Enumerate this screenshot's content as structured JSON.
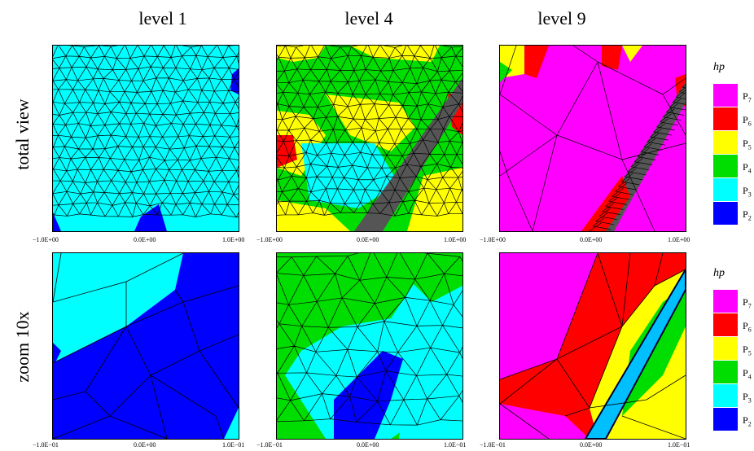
{
  "columns": [
    "level 1",
    "level 4",
    "level 9"
  ],
  "rows": [
    "total view",
    "zoom 10x"
  ],
  "ticks_top": [
    "−1.0E+00",
    "0.0E+00",
    "1.0E+00"
  ],
  "ticks_bottom": [
    "−1.0E−01",
    "0.0E+00",
    "1.0E−01"
  ],
  "legend": {
    "title": "hp",
    "items": [
      {
        "p": "P",
        "sub": "7",
        "color": "#ff00ff"
      },
      {
        "p": "P",
        "sub": "6",
        "color": "#ff0000"
      },
      {
        "p": "P",
        "sub": "5",
        "color": "#ffff00"
      },
      {
        "p": "P",
        "sub": "4",
        "color": "#00dd00"
      },
      {
        "p": "P",
        "sub": "3",
        "color": "#00ffff"
      },
      {
        "p": "P",
        "sub": "2",
        "color": "#0000ff"
      }
    ]
  },
  "colors": {
    "p7": "#ff00ff",
    "p6": "#ff0000",
    "p5": "#ffff00",
    "p4": "#00dd00",
    "p3": "#00ffff",
    "p2": "#0000ff"
  }
}
